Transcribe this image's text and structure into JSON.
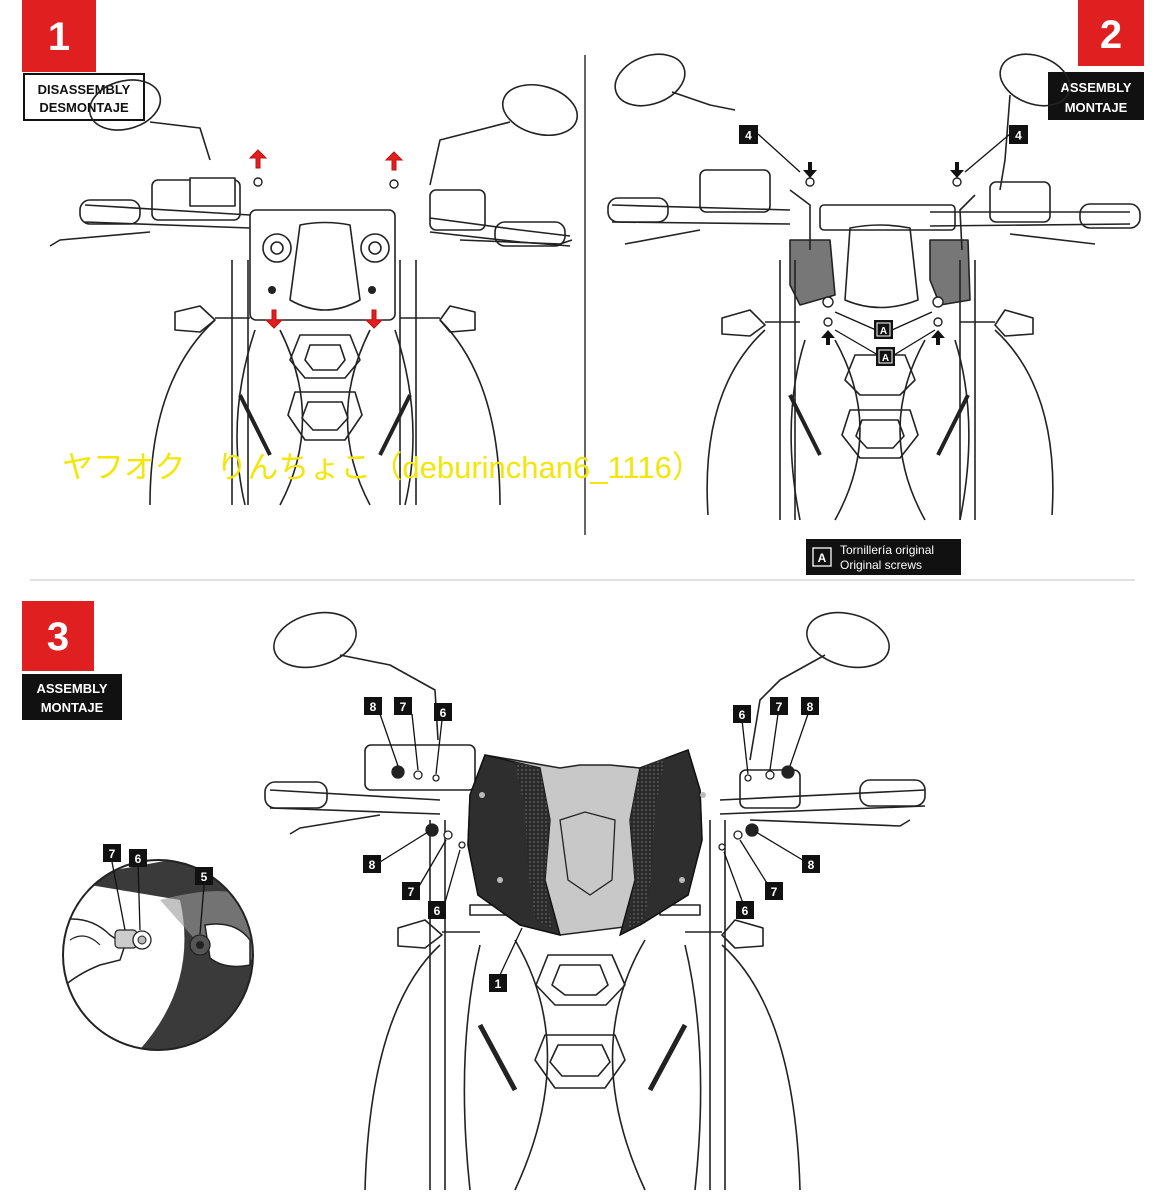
{
  "colors": {
    "accent_red": "#e02020",
    "ink": "#1a1a1a",
    "line": "#222222",
    "panel_dark": "#3a3a3a",
    "watermark": "#f2e60a"
  },
  "step1": {
    "number": "1",
    "label_line1": "DISASSEMBLY",
    "label_line2": "DESMONTAJE"
  },
  "step2": {
    "number": "2",
    "label_line1": "ASSEMBLY",
    "label_line2": "MONTAJE",
    "callout_4": "4",
    "callout_A": "A"
  },
  "legend": {
    "key": "A",
    "line1": "Tornillería original",
    "line2": "Original screws"
  },
  "step3": {
    "number": "3",
    "label_line1": "ASSEMBLY",
    "label_line2": "MONTAJE",
    "callout_1": "1",
    "callout_5": "5",
    "callout_6": "6",
    "callout_7": "7",
    "callout_8": "8"
  },
  "watermark": "ヤフオク　りんちょこ（deburinchan6_1116）"
}
